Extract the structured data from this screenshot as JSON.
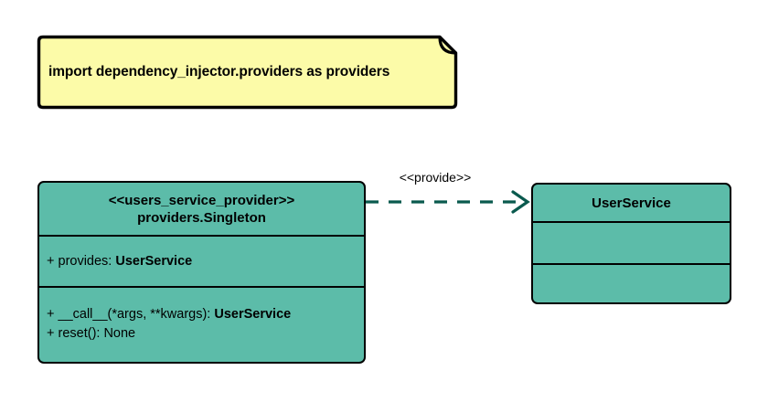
{
  "diagram": {
    "type": "uml-class-diagram",
    "background": "#ffffff",
    "class_fill": "#5CBCA9",
    "note_fill": "#FCFBA8",
    "border_color": "#000000",
    "connector_color": "#0A5A4E"
  },
  "note": {
    "text": "import dependency_injector.providers as providers"
  },
  "provider_class": {
    "stereotype": "<<users_service_provider>>",
    "name": "providers.Singleton",
    "attributes": [
      {
        "visibility": "+",
        "text": "provides: ",
        "type": "UserService"
      }
    ],
    "methods": [
      {
        "visibility": "+",
        "text": "__call__(*args, **kwargs): ",
        "type": "UserService"
      },
      {
        "visibility": "+",
        "text": "reset(): None",
        "type": ""
      }
    ]
  },
  "service_class": {
    "name": "UserService",
    "attributes": [],
    "methods": []
  },
  "dependency": {
    "label": "<<provide>>",
    "style": "dashed",
    "arrowhead": "open",
    "from": "providers.Singleton",
    "to": "UserService"
  }
}
